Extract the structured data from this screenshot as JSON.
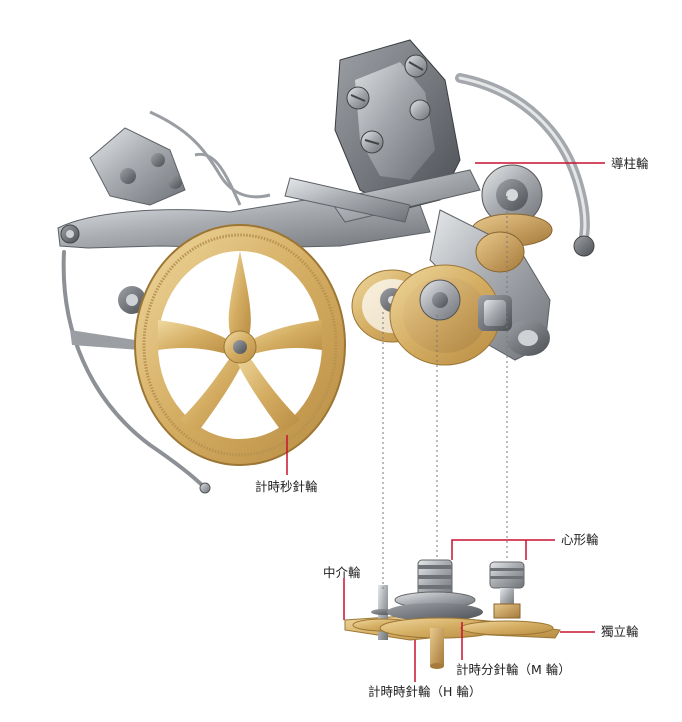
{
  "labels": {
    "column_wheel": "導柱輪",
    "seconds_wheel": "計時秒針輪",
    "intermediate_wheel": "中介輪",
    "heart_cam": "心形輪",
    "independent_wheel": "獨立輪",
    "minute_wheel": "計時分針輪（M 輪）",
    "hour_wheel": "計時時針輪（H 輪）"
  },
  "colors": {
    "leader": "#c8102e",
    "gold": "#d8b46a",
    "steel": "#8c8f94",
    "dotted": "#777777"
  }
}
